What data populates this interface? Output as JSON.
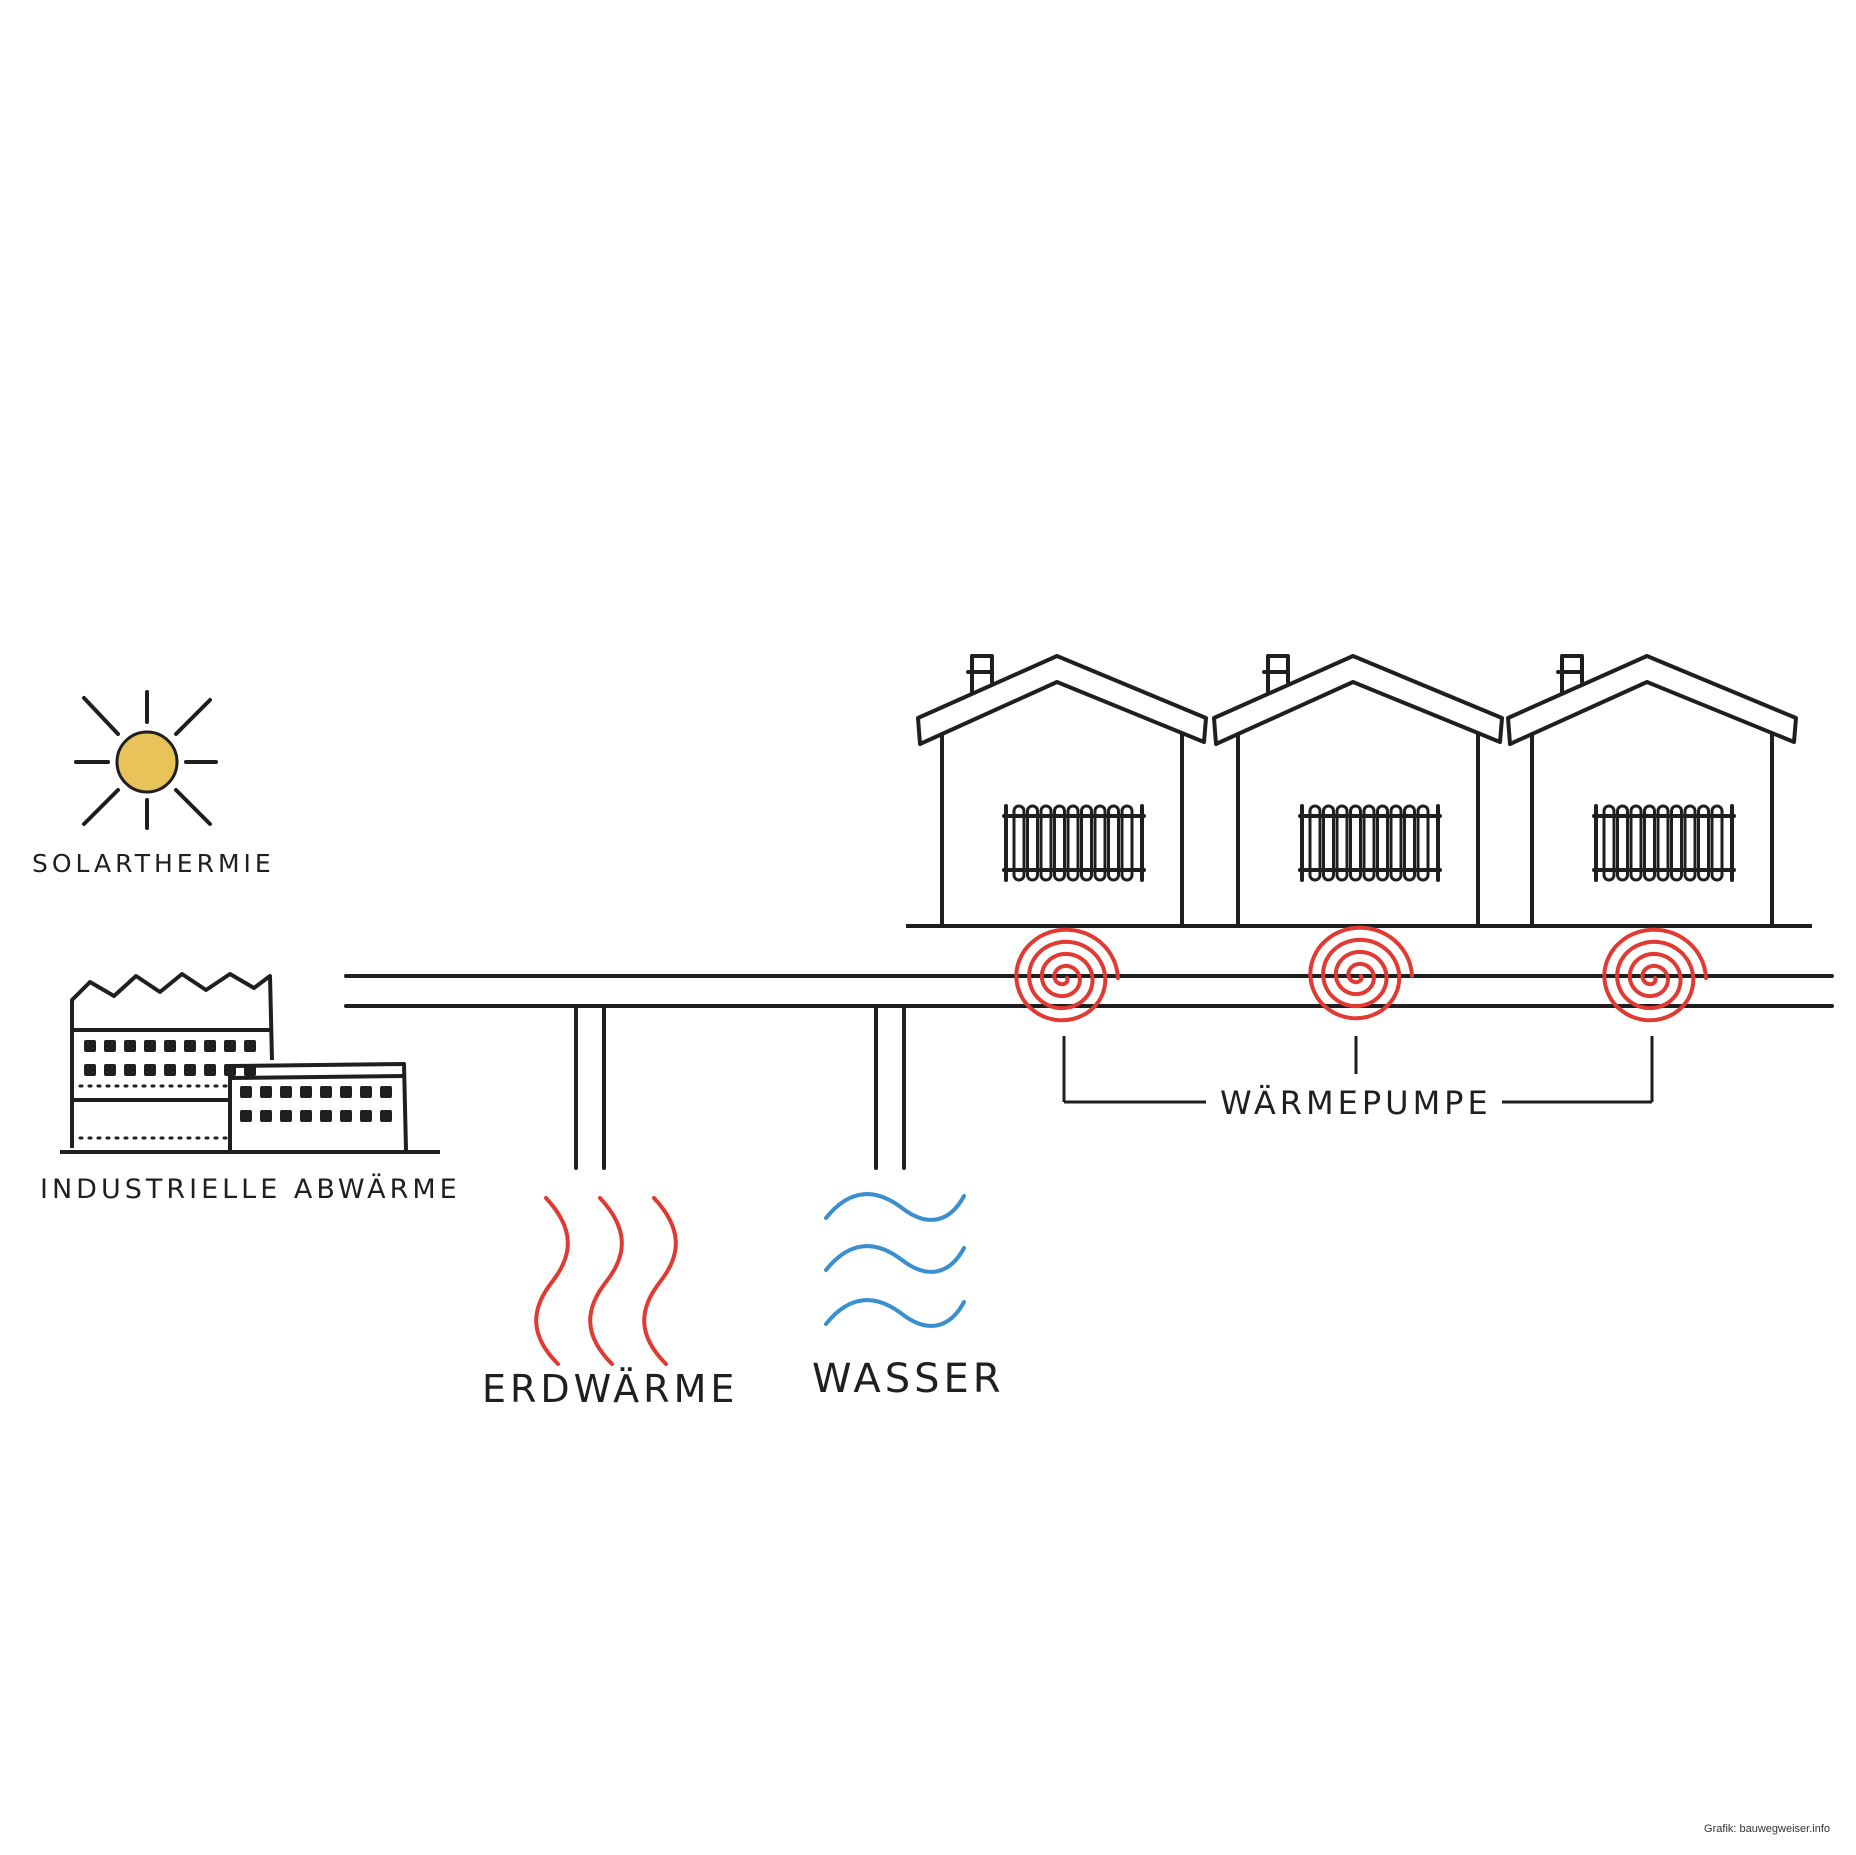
{
  "labels": {
    "solar": "SOLARTHERMIE",
    "industry": "INDUSTRIELLE ABWÄRME",
    "geothermal": "ERDWÄRME",
    "water": "WASSER",
    "heat_pump": "WÄRMEPUMPE"
  },
  "credit": "Grafik: bauwegweiser.info",
  "icons": {
    "sun": "sun-icon",
    "factory": "factory-icon",
    "geothermal_waves": "heat-waves-icon",
    "water_waves": "water-waves-icon",
    "house": "house-icon",
    "radiator": "radiator-icon",
    "heat_pump": "spiral-icon"
  },
  "colors": {
    "ink": "#1f1f1f",
    "sun": "#e8c35a",
    "heat": "#e03a32",
    "water": "#3b8fcf",
    "background": "#ffffff"
  }
}
